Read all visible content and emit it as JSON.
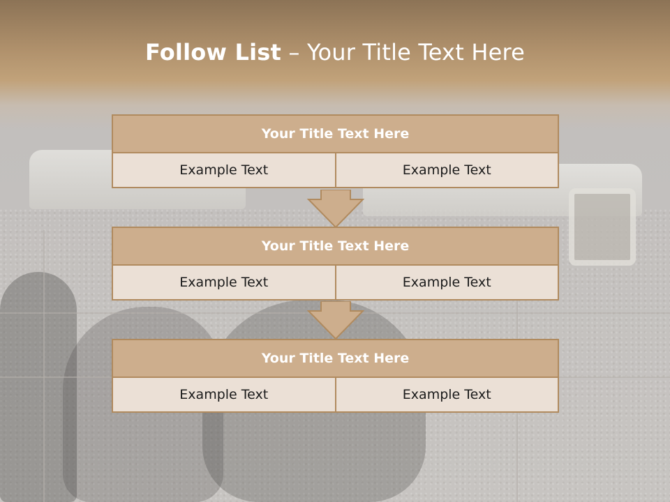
{
  "slide": {
    "title_bold": "Follow List",
    "title_rest": "  – Your Title Text Here"
  },
  "blocks": [
    {
      "title": "Your Title Text Here",
      "left": "Example Text",
      "right": "Example Text"
    },
    {
      "title": "Your Title Text Here",
      "left": "Example Text",
      "right": "Example Text"
    },
    {
      "title": "Your Title Text Here",
      "left": "Example Text",
      "right": "Example Text"
    }
  ],
  "colors": {
    "header_fill": "#cdae8d",
    "cell_fill": "#ebe0d6",
    "border": "#b08a5e",
    "top_band": "#b0916c"
  }
}
